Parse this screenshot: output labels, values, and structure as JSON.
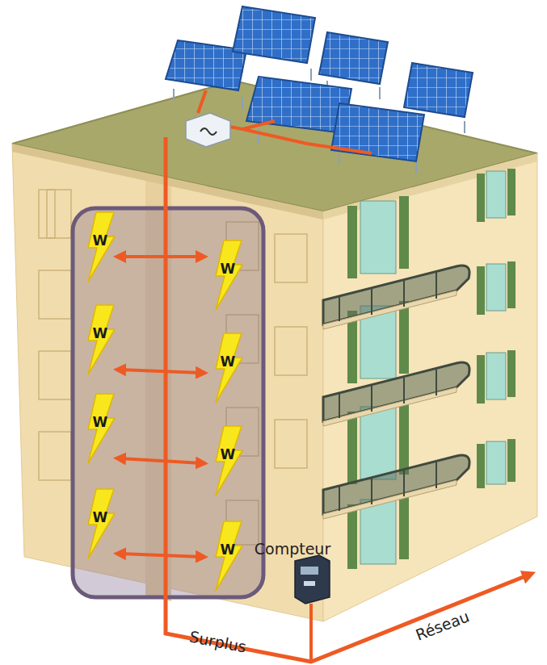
{
  "diagram": {
    "labels": [
      "Compteur",
      "Surplus",
      "Réseau",
      "W",
      "W",
      "W",
      "W",
      "W",
      "W",
      "W",
      "W"
    ]
  }
}
